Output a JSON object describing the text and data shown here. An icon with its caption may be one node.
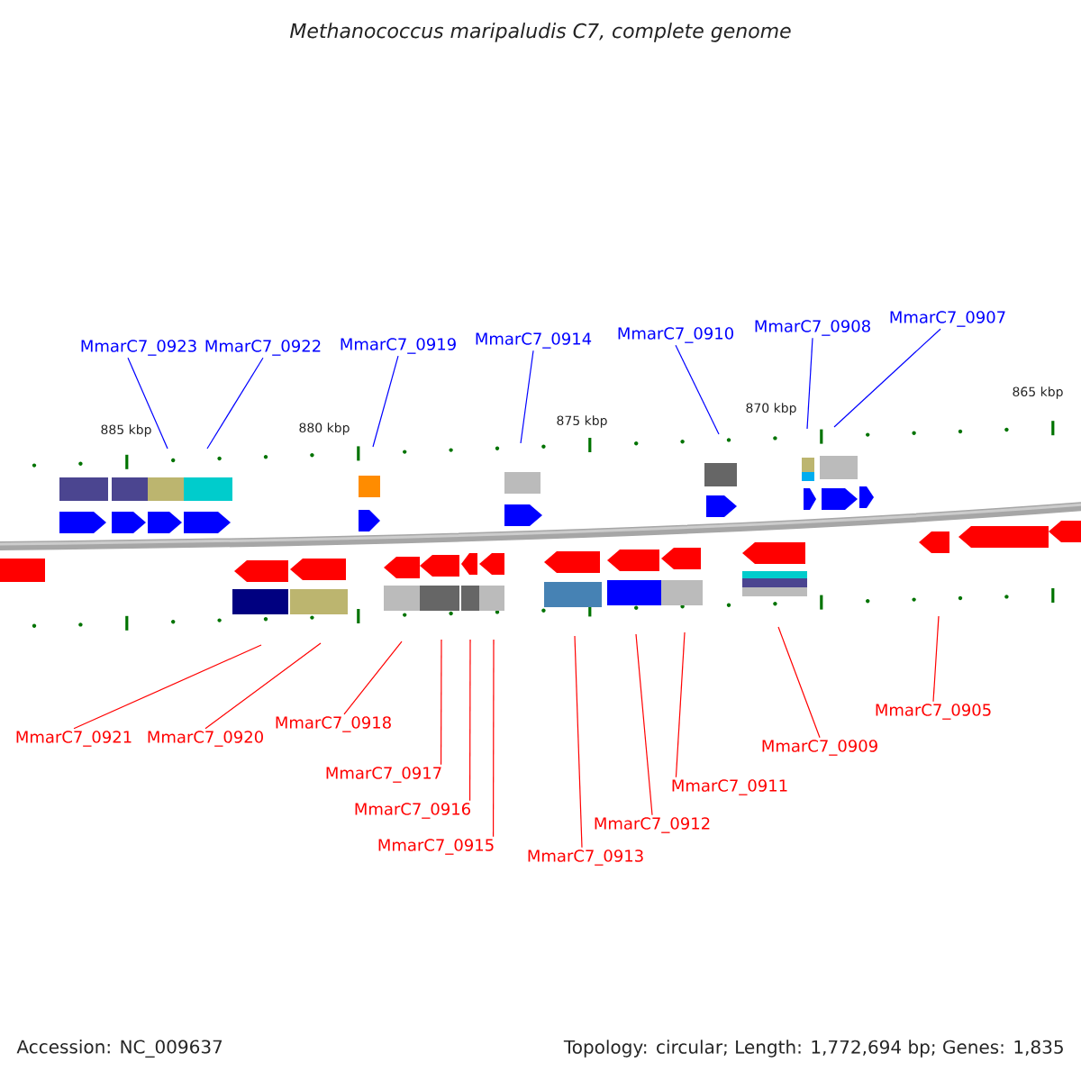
{
  "diagram": {
    "title": "Methanococcus maripaludis C7, complete genome",
    "nodes": [
      {
        "text": [
          "MmarC7_0923"
        ]
      },
      {
        "text": [
          "MmarC7_0922"
        ]
      },
      {
        "text": [
          "MmarC7_0919"
        ]
      },
      {
        "text": [
          "MmarC7_0914"
        ]
      },
      {
        "text": [
          "MmarC7_0910"
        ]
      },
      {
        "text": [
          "MmarC7_0908"
        ]
      },
      {
        "text": [
          "MmarC7_0907"
        ]
      },
      {
        "text": [
          "MmarC7_0921"
        ]
      },
      {
        "text": [
          "MmarC7_0920"
        ]
      },
      {
        "text": [
          "MmarC7_0918"
        ]
      },
      {
        "text": [
          "MmarC7_0915"
        ]
      },
      {
        "text": [
          "MmarC7_0916"
        ]
      },
      {
        "text": [
          "MmarC7_0917"
        ]
      },
      {
        "text": [
          "MmarC7_0913"
        ]
      },
      {
        "text": [
          "MmarC7_0912"
        ]
      },
      {
        "text": [
          "MmarC7_0911"
        ]
      },
      {
        "text": [
          "MmarC7_0909"
        ]
      },
      {
        "text": [
          "MmarC7_0905"
        ]
      }
    ],
    "edges": [
      {
        "from": 0,
        "to": null,
        "arrow": "none",
        "color": "#0000ff"
      },
      {
        "from": 1,
        "to": null,
        "arrow": "none",
        "color": "#0000ff"
      },
      {
        "from": 2,
        "to": null,
        "arrow": "none",
        "color": "#0000ff"
      },
      {
        "from": 3,
        "to": null,
        "arrow": "none",
        "color": "#0000ff"
      },
      {
        "from": 4,
        "to": null,
        "arrow": "none",
        "color": "#0000ff"
      },
      {
        "from": 5,
        "to": null,
        "arrow": "none",
        "color": "#0000ff"
      },
      {
        "from": 6,
        "to": null,
        "arrow": "none",
        "color": "#0000ff"
      },
      {
        "from": 7,
        "to": null,
        "arrow": "none"
      },
      {
        "from": 8,
        "to": null,
        "arrow": "none"
      },
      {
        "from": 9,
        "to": null,
        "arrow": "none"
      },
      {
        "from": 10,
        "to": null,
        "arrow": "none"
      },
      {
        "from": 11,
        "to": null,
        "arrow": "none"
      },
      {
        "from": 12,
        "to": null,
        "arrow": "none"
      },
      {
        "from": 13,
        "to": null,
        "arrow": "none"
      },
      {
        "from": 14,
        "to": null,
        "arrow": "none"
      },
      {
        "from": 15,
        "to": null,
        "arrow": "none"
      },
      {
        "from": 16,
        "to": null,
        "arrow": "none"
      },
      {
        "from": 17,
        "to": null,
        "arrow": "none"
      }
    ],
    "labels": [
      "885 kbp",
      "880 kbp",
      "875 kbp",
      "870 kbp",
      "865 kbp",
      "Accession: NC_009637",
      "Topology: circular; Length: 1,772,694 bp; Genes: 1,835"
    ]
  }
}
